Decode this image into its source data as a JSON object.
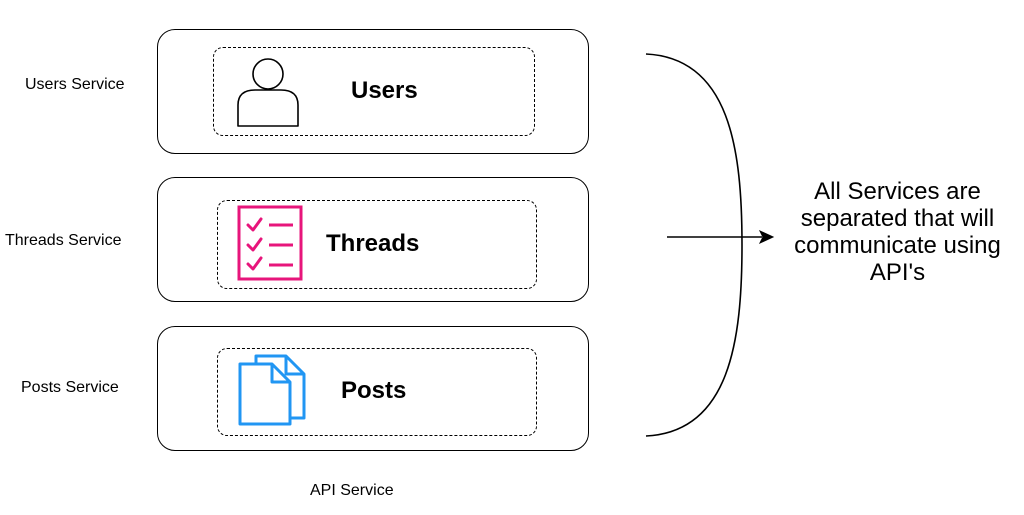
{
  "services": [
    {
      "label": "Users Service",
      "title": "Users",
      "icon": "user-icon",
      "icon_color": "#000000"
    },
    {
      "label": "Threads Service",
      "title": "Threads",
      "icon": "checklist-icon",
      "icon_color": "#e7157b"
    },
    {
      "label": "Posts Service",
      "title": "Posts",
      "icon": "documents-icon",
      "icon_color": "#2196f3"
    }
  ],
  "api_caption": "API Service",
  "summary": {
    "line1": "All Services are",
    "line2": "separated that will",
    "line3": "communicate using",
    "line4": "API's"
  }
}
